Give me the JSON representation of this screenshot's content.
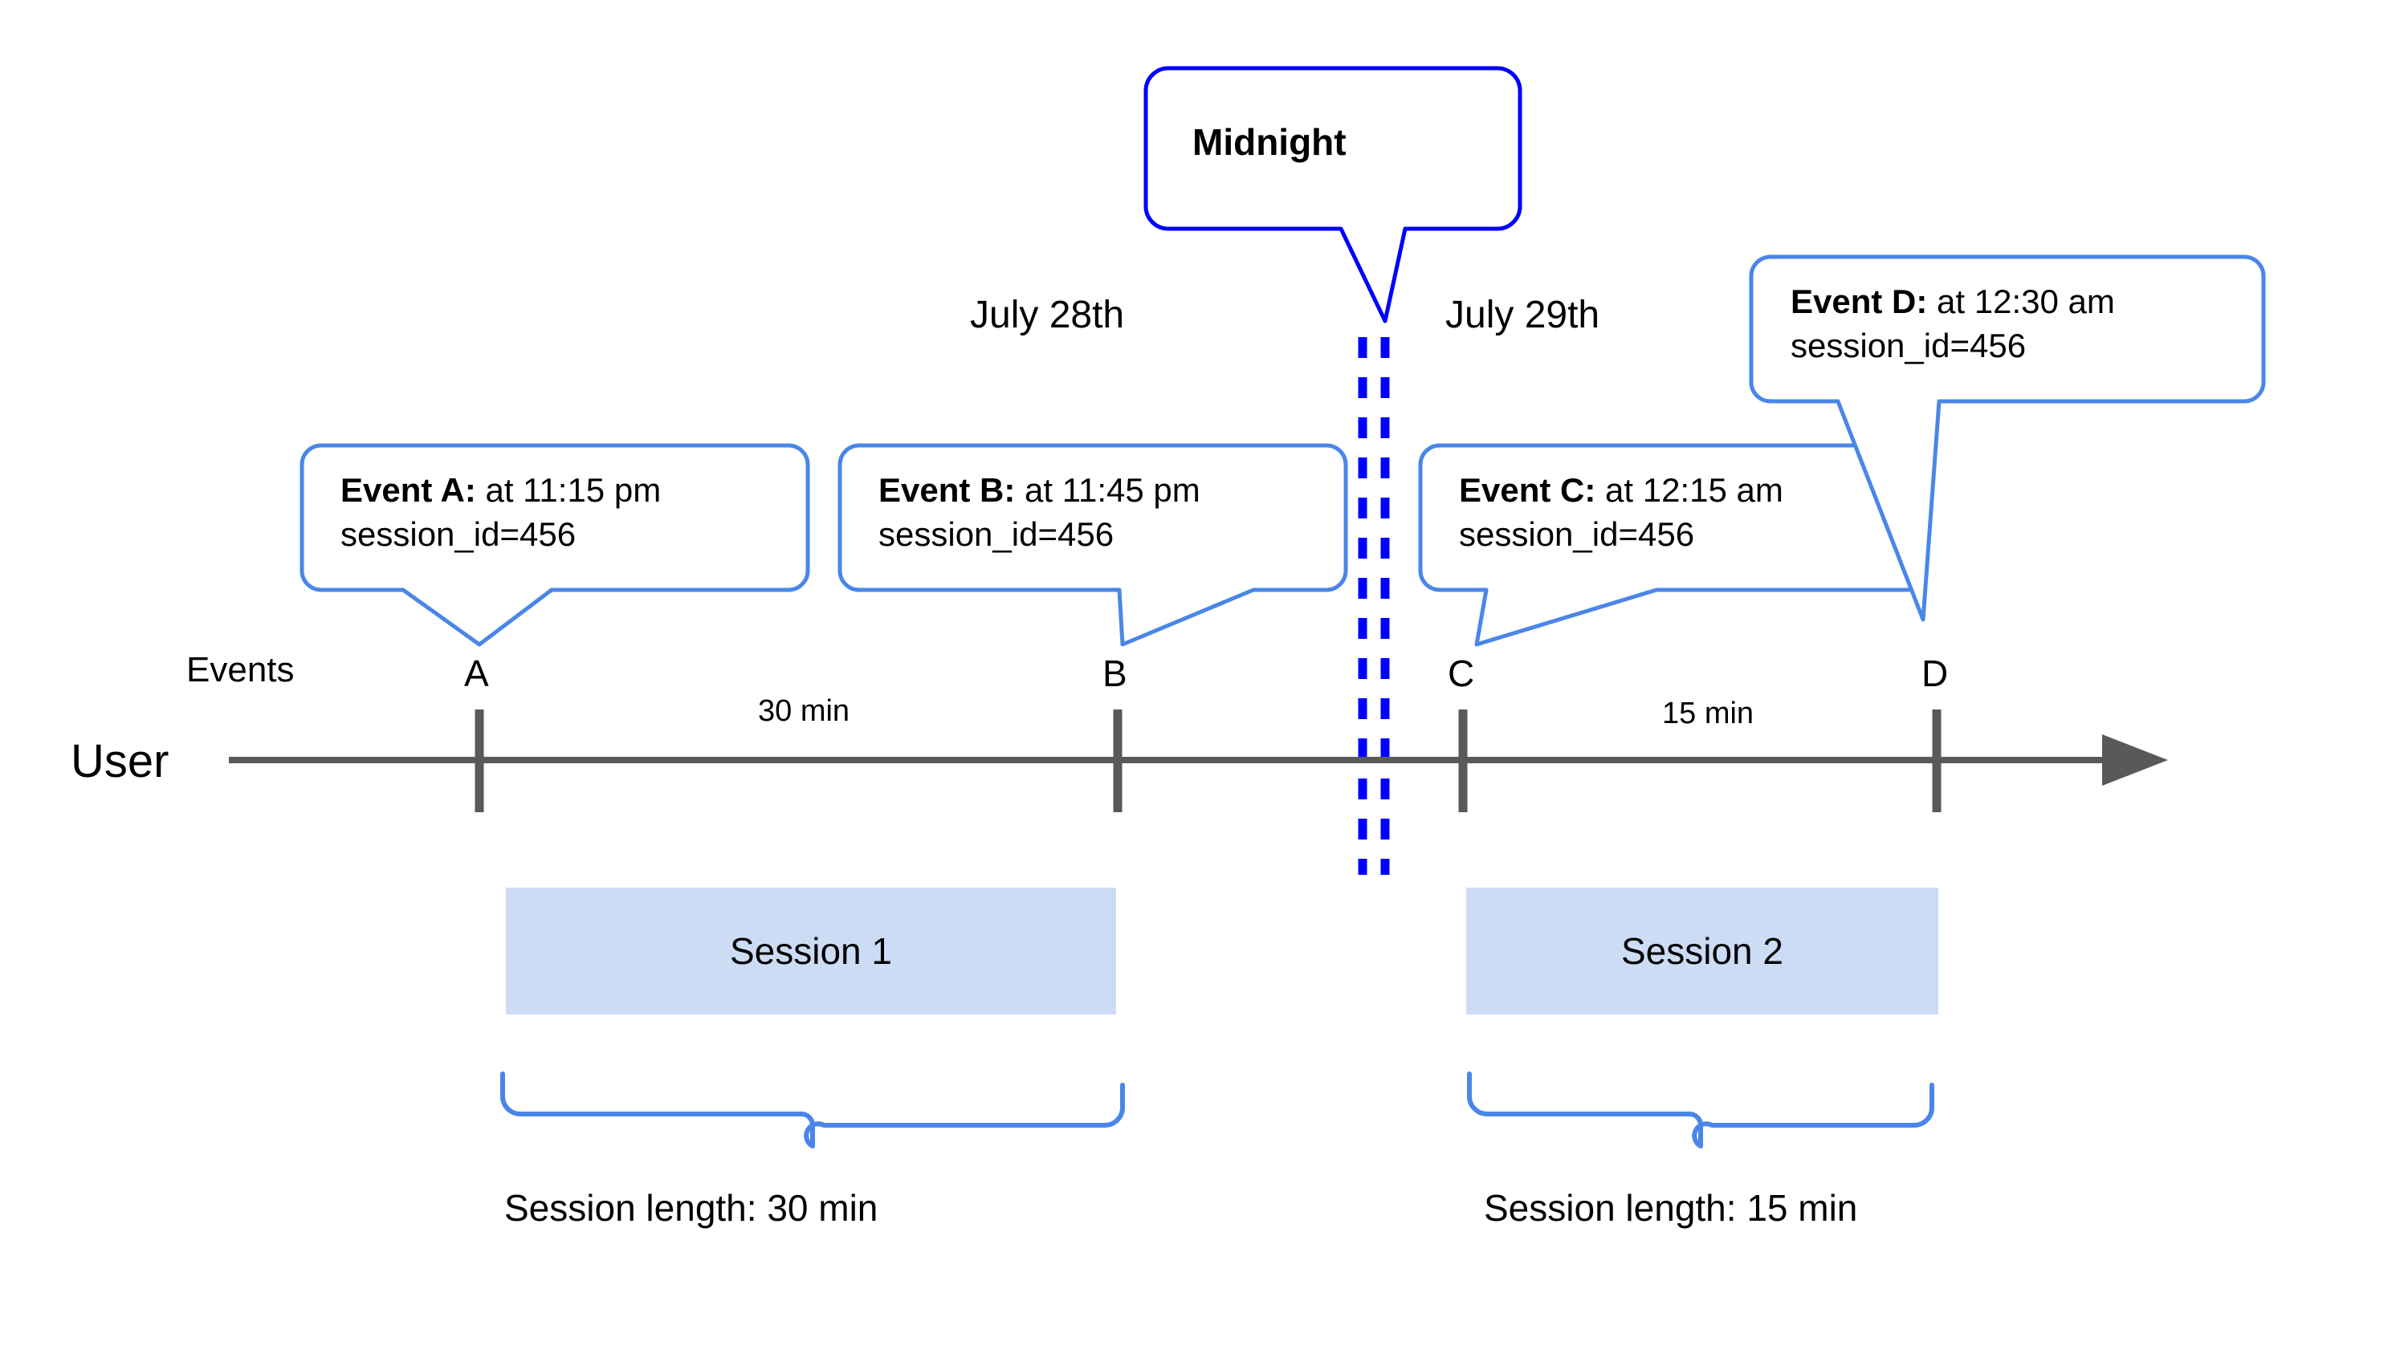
{
  "diagram": {
    "title_callout": {
      "label": "Midnight"
    },
    "axis": {
      "row_label_user": "User",
      "row_label_events": "Events"
    },
    "dates": [
      {
        "label": "July 28th"
      },
      {
        "label": "July 29th"
      }
    ],
    "gaps": [
      {
        "label": "30 min"
      },
      {
        "label": "15 min"
      }
    ],
    "event_ticks": [
      {
        "label": "A"
      },
      {
        "label": "B"
      },
      {
        "label": "C"
      },
      {
        "label": "D"
      }
    ],
    "event_callouts": [
      {
        "name": "Event A:",
        "time": " at 11:15 pm",
        "detail": "session_id=456"
      },
      {
        "name": "Event B:",
        "time": " at 11:45 pm",
        "detail": "session_id=456"
      },
      {
        "name": "Event C:",
        "time": " at 12:15 am",
        "detail": "session_id=456"
      },
      {
        "name": "Event D:",
        "time": " at 12:30 am",
        "detail": "session_id=456"
      }
    ],
    "sessions": [
      {
        "box_label": "Session 1",
        "brace_label": "Session length: 30 min"
      },
      {
        "box_label": "Session 2",
        "brace_label": "Session length: 15 min"
      }
    ],
    "colors": {
      "callout_border": "#4a86e8",
      "midnight_border": "#0000ff",
      "midnight_dash": "#0000ff",
      "session_fill": "#cddcf5",
      "axis": "#595959",
      "brace": "#4a86e8",
      "text": "#000000"
    }
  }
}
